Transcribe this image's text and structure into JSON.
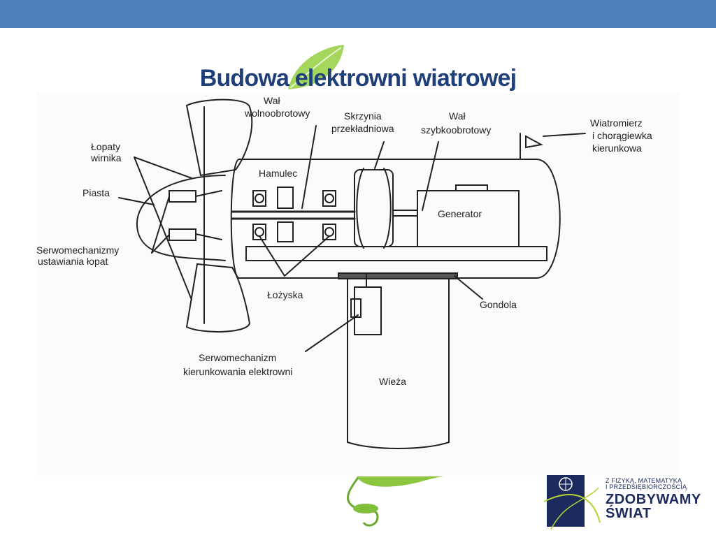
{
  "slide": {
    "title": "Budowa elektrowni wiatrowej"
  },
  "diagram": {
    "labels": {
      "lopaty": [
        "Łopaty",
        "wirnika"
      ],
      "piasta": "Piasta",
      "serwo_lopat": [
        "Serwomechanizmy",
        "ustawiania łopat"
      ],
      "wal_wolno": [
        "Wał",
        "wolnoobrotowy"
      ],
      "skrzynia": [
        "Skrzynia",
        "przekładniowa"
      ],
      "wal_szybko": [
        "Wał",
        "szybkoobrotowy"
      ],
      "wiatromierz": [
        "Wiatromierz",
        "i chorągiewka",
        "kierunkowa"
      ],
      "hamulec": "Hamulec",
      "generator": "Generator",
      "lozyska": "Łożyska",
      "gondola": "Gondola",
      "serwo_kierunek": [
        "Serwomechanizm",
        "kierunkowania elektrowni"
      ],
      "wieza": "Wieża"
    }
  },
  "logo": {
    "line1": "Z FIZYKĄ, MATEMATYKĄ",
    "line2": "I PRZEDSIĘBIORCZOŚCIĄ",
    "line3": "ZDOBYWAMY",
    "line4": "ŚWIAT"
  },
  "colors": {
    "header_bar": "#4f81bd",
    "title": "#1f3f7a",
    "leaf_green": "#8cc63f",
    "logo_blue": "#1c2a5e"
  }
}
